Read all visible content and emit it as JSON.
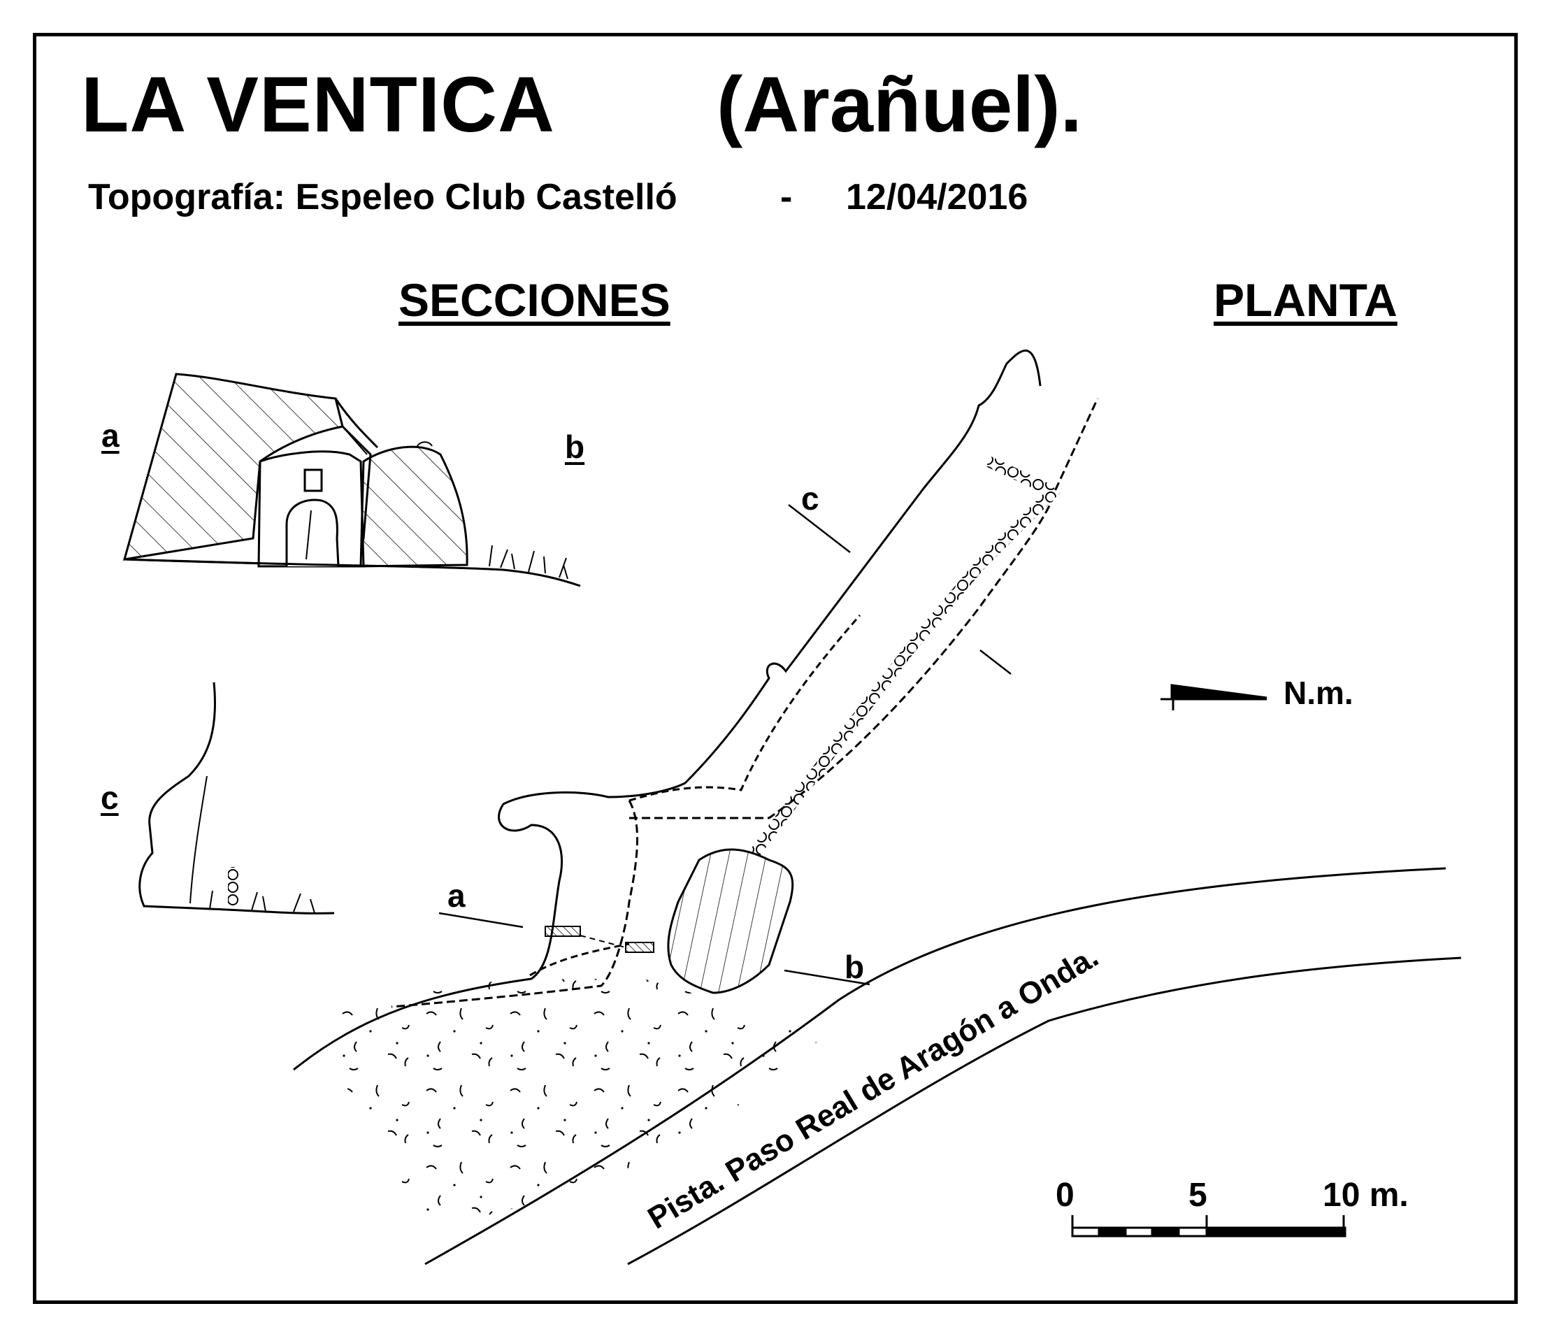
{
  "title": "LA  VENTICA",
  "place": "(Arañuel).",
  "credits": {
    "label": "Topografía:  Espeleo Club Castelló",
    "separator": "-",
    "date": "12/04/2016"
  },
  "headers": {
    "sections": "SECCIONES",
    "plan": "PLANTA"
  },
  "section_labels": {
    "a": "a",
    "b": "b",
    "c": "c"
  },
  "plan_labels": {
    "a": "a",
    "b": "b",
    "c": "c"
  },
  "north": "N.m.",
  "road": "Pista. Paso Real de Aragón a Onda.",
  "scale": {
    "zero": "0",
    "five": "5",
    "ten": "10 m."
  }
}
